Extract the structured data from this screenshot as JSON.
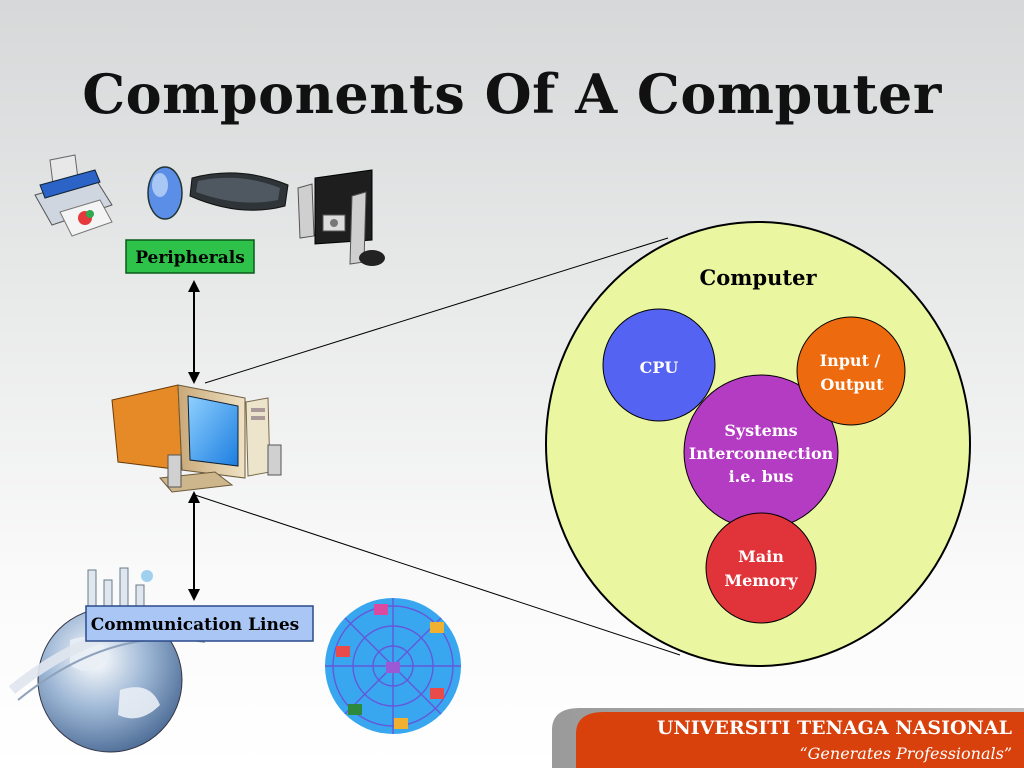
{
  "slide": {
    "title": "Components Of A Computer"
  },
  "diagram": {
    "peripherals_label": "Peripherals",
    "communication_label": "Communication Lines",
    "computer_label": "Computer",
    "cpu_label": "CPU",
    "io_label_line1": "Input /",
    "io_label_line2": "Output",
    "bus_label_line1": "Systems",
    "bus_label_line2": "Interconnection",
    "bus_label_line3": "i.e. bus",
    "memory_label_line1": "Main",
    "memory_label_line2": "Memory"
  },
  "footer": {
    "university": "UNIVERSITI TENAGA NASIONAL",
    "tagline": "“Generates Professionals”"
  },
  "colors": {
    "peripherals_box": "#2ec24a",
    "communication_box": "#a9c6f5",
    "computer_circle": "#eaf7a0",
    "cpu": "#5563f2",
    "io": "#ee6a0f",
    "bus": "#b43cc3",
    "memory": "#e0343a",
    "footer": "#d8400c"
  }
}
